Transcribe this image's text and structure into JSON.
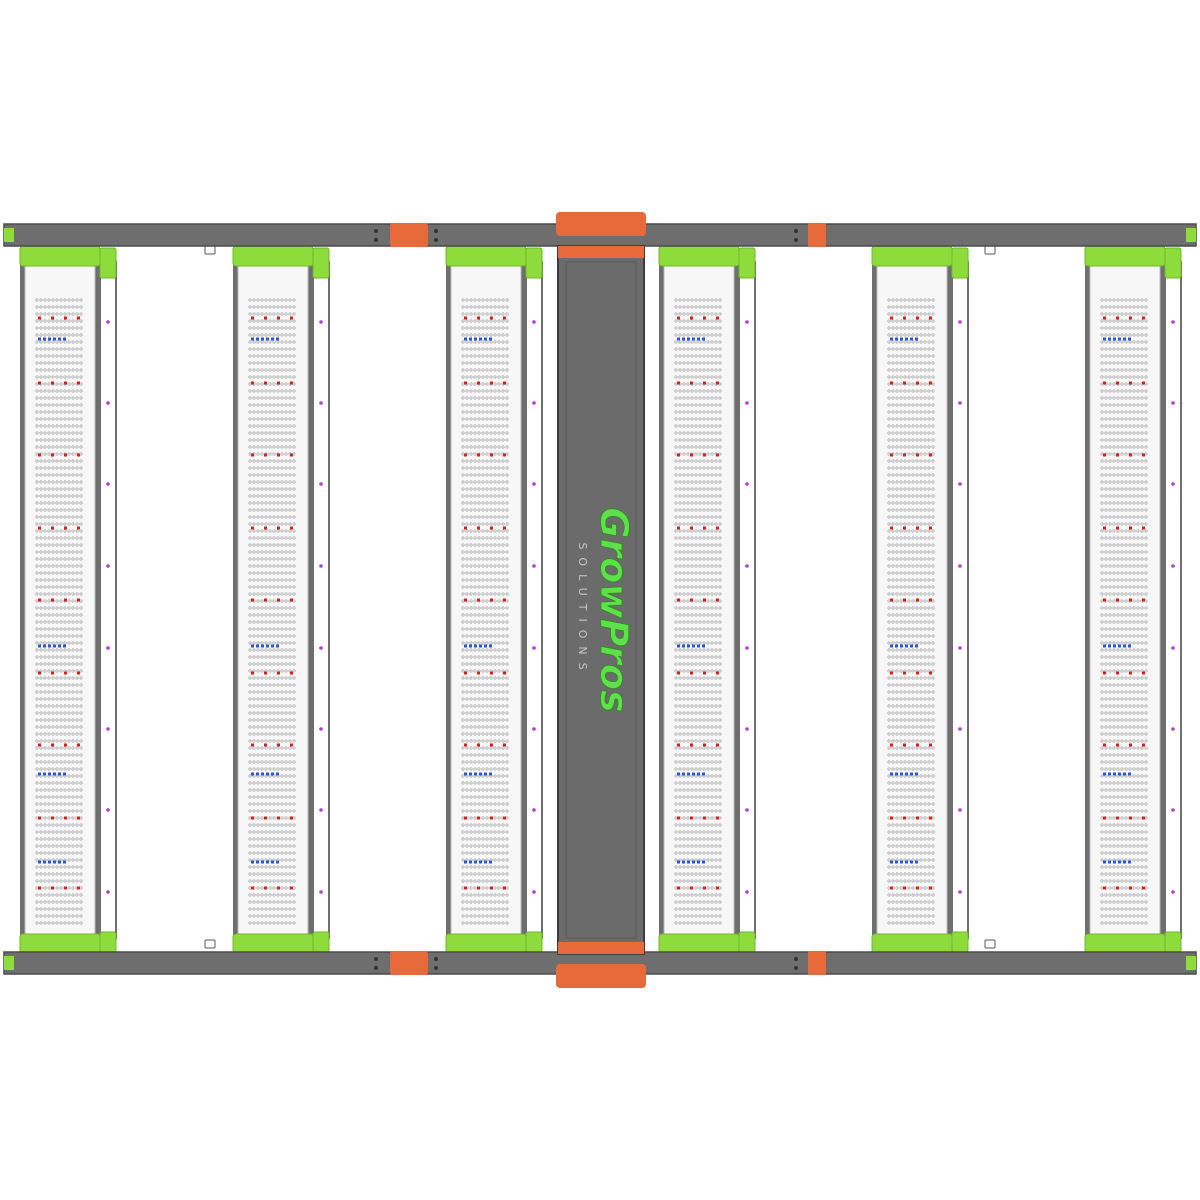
{
  "logo": {
    "brand": "GrowPros",
    "tagline": "SOLUTIONS"
  },
  "fixture": {
    "led_bar_count": 6,
    "colors": {
      "frame": "#6e6e6e",
      "frame_dark": "#4a4a4a",
      "bracket_green": "#8edc3c",
      "bracket_green_dark": "#6fb82a",
      "orange": "#e8693a",
      "panel": "#f7f7f7",
      "led_red": "#d62020",
      "led_blue": "#2a55d6",
      "led_purple": "#b040d0",
      "logo_green": "#5ee04a",
      "logo_gray": "#c8c8c8"
    }
  }
}
